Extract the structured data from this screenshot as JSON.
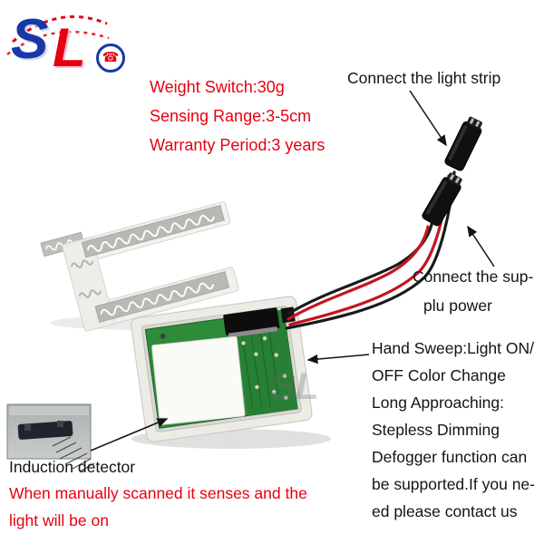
{
  "logo": {
    "letter_s": "S",
    "letter_l": "L",
    "phone_glyph": "☎"
  },
  "specs": {
    "lines": [
      "Weight Switch:30g",
      "Sensing Range:3-5cm",
      "Warranty Period:3 years"
    ]
  },
  "callouts": {
    "light_strip": "Connect the light strip",
    "supply_power": {
      "line1": "Connect the sup-",
      "line2": "plu power"
    },
    "features": {
      "lines": [
        "Hand Sweep:Light ON/",
        "OFF Color Change",
        "Long Approaching:",
        "Stepless Dimming",
        "Defogger function can",
        "be supported.If you ne-",
        "ed please contact us"
      ]
    },
    "induction_detector": "Induction detector",
    "bottom_note": {
      "lines": [
        "When manually scanned it senses and the",
        "light will be on"
      ]
    }
  },
  "watermark": "SL",
  "colors": {
    "accent_red": "#e60012",
    "text_black": "#141414",
    "logo_blue": "#1838a8",
    "pcb_green": "#2e8b3a",
    "wire_red": "#c41420",
    "wire_black": "#1a1a1a"
  }
}
